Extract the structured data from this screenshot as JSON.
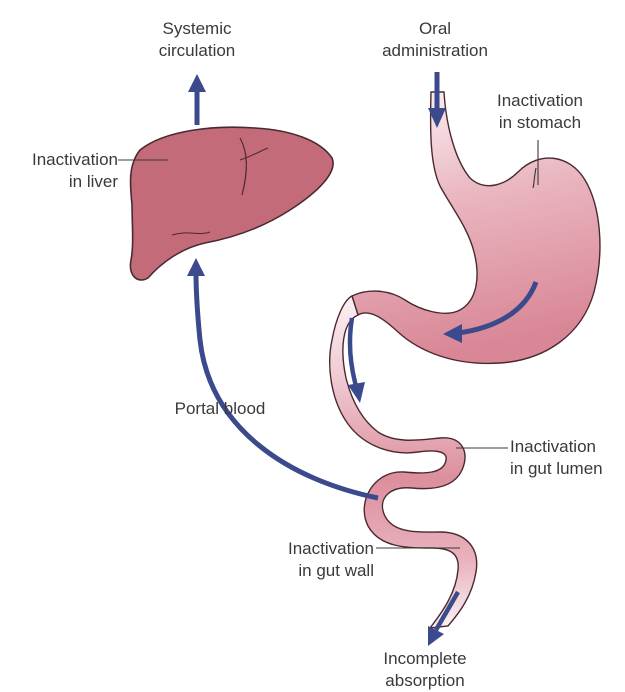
{
  "labels": {
    "systemic": "Systemic circulation",
    "systemic_l1": "Systemic",
    "systemic_l2": "circulation",
    "oral_l1": "Oral",
    "oral_l2": "administration",
    "stomach_l1": "Inactivation",
    "stomach_l2": "in stomach",
    "liver_l1": "Inactivation",
    "liver_l2": "in liver",
    "portal": "Portal blood",
    "lumen_l1": "Inactivation",
    "lumen_l2": "in gut lumen",
    "wall_l1": "Inactivation",
    "wall_l2": "in gut wall",
    "absorption_l1": "Incomplete",
    "absorption_l2": "absorption"
  },
  "colors": {
    "arrow": "#3b4a8c",
    "liver": "#c46b7a",
    "liver_stroke": "#4a2a30",
    "gut_light": "#f7e7ec",
    "gut_dark": "#d98796",
    "text": "#3a3a3a"
  },
  "icons": [
    "liver-organ",
    "stomach-organ",
    "intestine",
    "flow-arrow"
  ]
}
